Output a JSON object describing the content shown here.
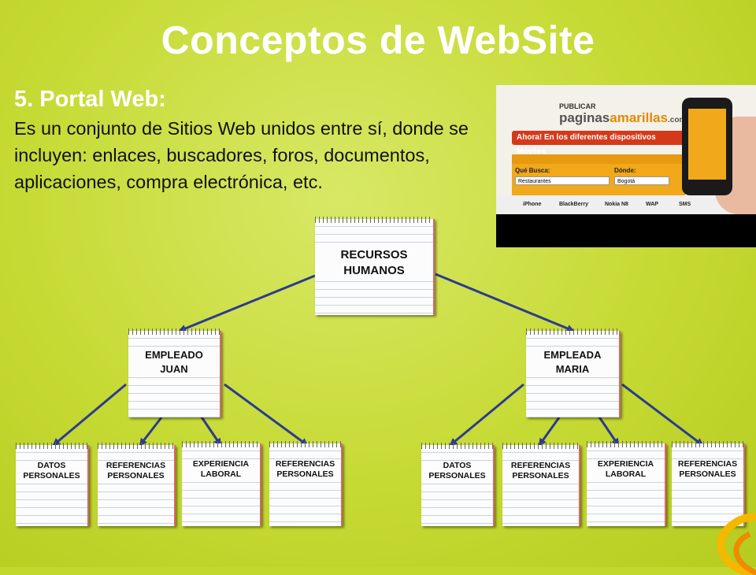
{
  "slide": {
    "title": "Conceptos de WebSite",
    "subtitle": "5. Portal Web:",
    "body": "Es un conjunto de Sitios Web unidos entre sí, donde se incluyen: enlaces, buscadores, foros, documentos, aplicaciones, compra electrónica, etc."
  },
  "ad_image": {
    "brand_small": "PUBLICAR",
    "brand_a": "paginas",
    "brand_b": "amarillas",
    "brand_c": ".com",
    "banner": "Ahora! En los diferentes dispositivos Móviles",
    "que_label": "Qué Busca:",
    "que_value": "Restaurantes",
    "donde_label": "Dónde:",
    "donde_value": "Bogotá",
    "devices": [
      "iPhone",
      "BlackBerry",
      "Nokia N8",
      "WAP",
      "SMS"
    ]
  },
  "tree": {
    "root": {
      "line1": "RECURSOS",
      "line2": "HUMANOS"
    },
    "left": {
      "line1": "EMPLEADO",
      "line2": "JUAN"
    },
    "right": {
      "line1": "EMPLEADA",
      "line2": "MARIA"
    },
    "leaves": [
      {
        "line1": "DATOS",
        "line2": "PERSONALES"
      },
      {
        "line1": "REFERENCIAS",
        "line2": "PERSONALES"
      },
      {
        "line1": "EXPERIENCIA",
        "line2": "LABORAL"
      },
      {
        "line1": "REFERENCIAS",
        "line2": "PERSONALES"
      },
      {
        "line1": "DATOS",
        "line2": "PERSONALES"
      },
      {
        "line1": "REFERENCIAS",
        "line2": "PERSONALES"
      },
      {
        "line1": "EXPERIENCIA",
        "line2": "LABORAL"
      },
      {
        "line1": "REFERENCIAS",
        "line2": "PERSONALES"
      }
    ]
  },
  "colors": {
    "background": "#c6da34",
    "title": "#ffffff",
    "connector": "#2e3b8f"
  }
}
